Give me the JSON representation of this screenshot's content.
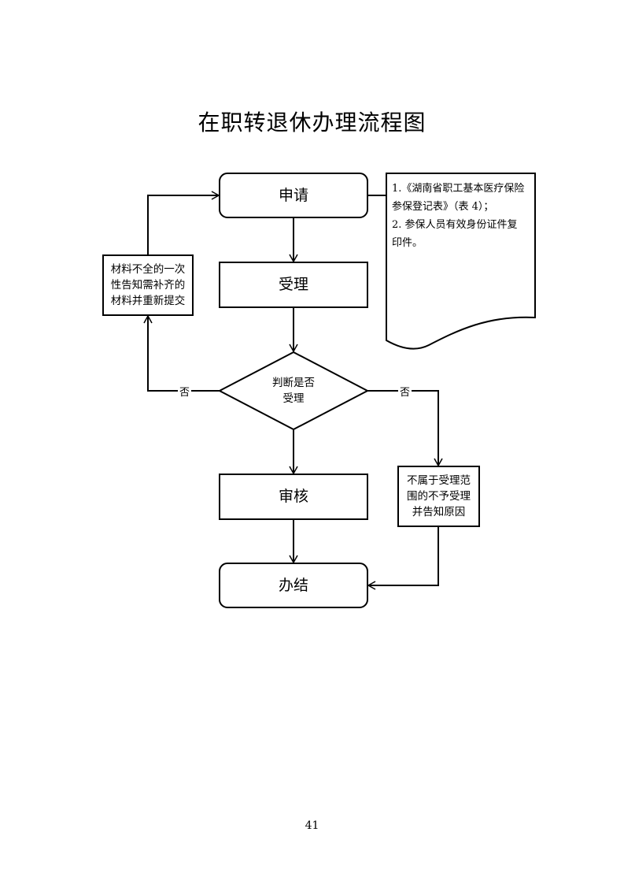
{
  "title": "在职转退休办理流程图",
  "nodes": {
    "apply": "申请",
    "accept": "受理",
    "decision": [
      "判断是否",
      "受理"
    ],
    "review": "审核",
    "finish": "办结",
    "supplement": [
      "材料不全的一次",
      "性告知需补齐的",
      "材料并重新提交"
    ],
    "reject": [
      "不属于受理范",
      "围的不予受理",
      "并告知原因"
    ]
  },
  "note": {
    "lines": [
      "1.《湖南省职工基本医疗保险",
      "参保登记表》（表 4）；",
      "2. 参保人员有效身份证件复",
      "印件。"
    ]
  },
  "edge_labels": {
    "left_no": "否",
    "right_no": "否"
  },
  "page_number": "41"
}
